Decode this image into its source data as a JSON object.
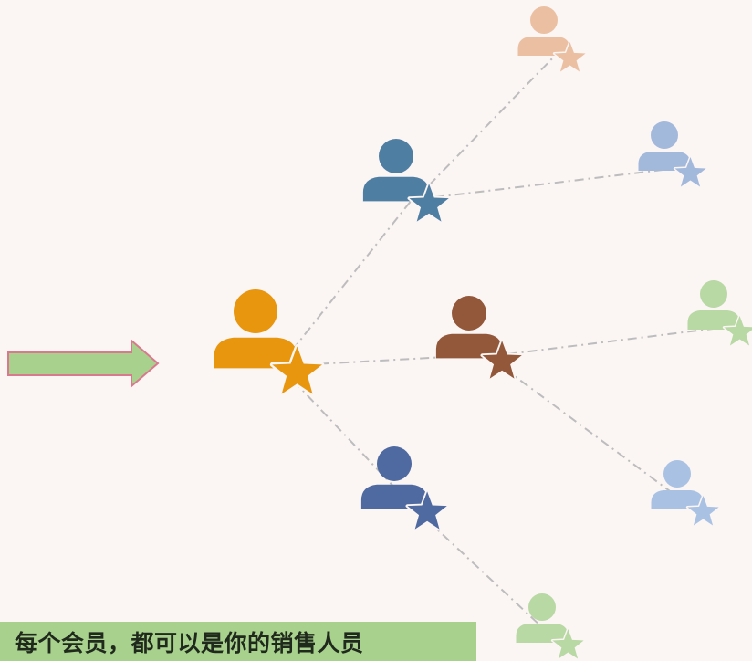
{
  "caption": "每个会员，都可以是你的销售人员",
  "colors": {
    "background": "#fbf5f4",
    "arrow_fill": "#a9d18e",
    "arrow_stroke": "#d9798d",
    "caption_bg": "#a9d18e",
    "connector": "#bdbdbd"
  },
  "nodes": [
    {
      "id": "root",
      "icon": "member-star-icon",
      "color": "#e8960e"
    },
    {
      "id": "level1-top",
      "icon": "member-star-icon",
      "color": "#4f7ea3"
    },
    {
      "id": "level1-middle",
      "icon": "member-star-icon",
      "color": "#93583a"
    },
    {
      "id": "level1-bottom",
      "icon": "member-star-icon",
      "color": "#4e6aa0"
    },
    {
      "id": "level2-top-a",
      "icon": "member-star-icon",
      "color": "#ebc0a2"
    },
    {
      "id": "level2-top-b",
      "icon": "member-star-icon",
      "color": "#a3b9dc"
    },
    {
      "id": "level2-middle-a",
      "icon": "member-star-icon",
      "color": "#b8d8a4"
    },
    {
      "id": "level2-middle-b",
      "icon": "member-star-icon",
      "color": "#a9c2e3"
    },
    {
      "id": "level2-bottom-a",
      "icon": "member-star-icon",
      "color": "#b8d8a4"
    }
  ],
  "edges": [
    [
      "root",
      "level1-top"
    ],
    [
      "root",
      "level1-middle"
    ],
    [
      "root",
      "level1-bottom"
    ],
    [
      "level1-top",
      "level2-top-a"
    ],
    [
      "level1-top",
      "level2-top-b"
    ],
    [
      "level1-middle",
      "level2-middle-a"
    ],
    [
      "level1-middle",
      "level2-middle-b"
    ],
    [
      "level1-bottom",
      "level2-bottom-a"
    ]
  ]
}
